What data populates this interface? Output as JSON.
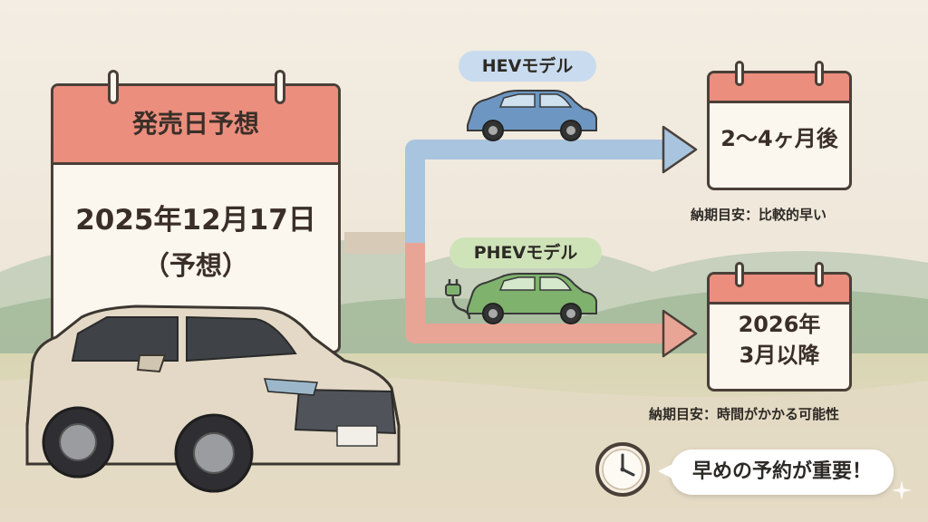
{
  "release_calendar": {
    "header": "発売日予想",
    "date_line": "2025年12月17日",
    "note_line": "（予想）"
  },
  "hev": {
    "label": "HEVモデル",
    "calendar_text": "2〜4ヶ月後",
    "delivery_note": "納期目安：比較的早い"
  },
  "phev": {
    "label": "PHEVモデル",
    "calendar_line1": "2026年",
    "calendar_line2": "3月以降",
    "delivery_note": "納期目安：時間がかかる可能性"
  },
  "callout": {
    "text": "早めの予約が重要！"
  },
  "colors": {
    "calendar_header": "#eb8e7e",
    "hev_arrow": "#a9c4de",
    "phev_arrow": "#e8a596",
    "hev_pill": "#c9dcef",
    "phev_pill": "#cfe3b8",
    "hev_car": "#6d97c2",
    "phev_car": "#7fb26d",
    "main_car": "#e3d9c6"
  },
  "icons": {
    "clock": "clock-icon",
    "plug": "plug-icon",
    "sparkle": "sparkle-icon"
  }
}
